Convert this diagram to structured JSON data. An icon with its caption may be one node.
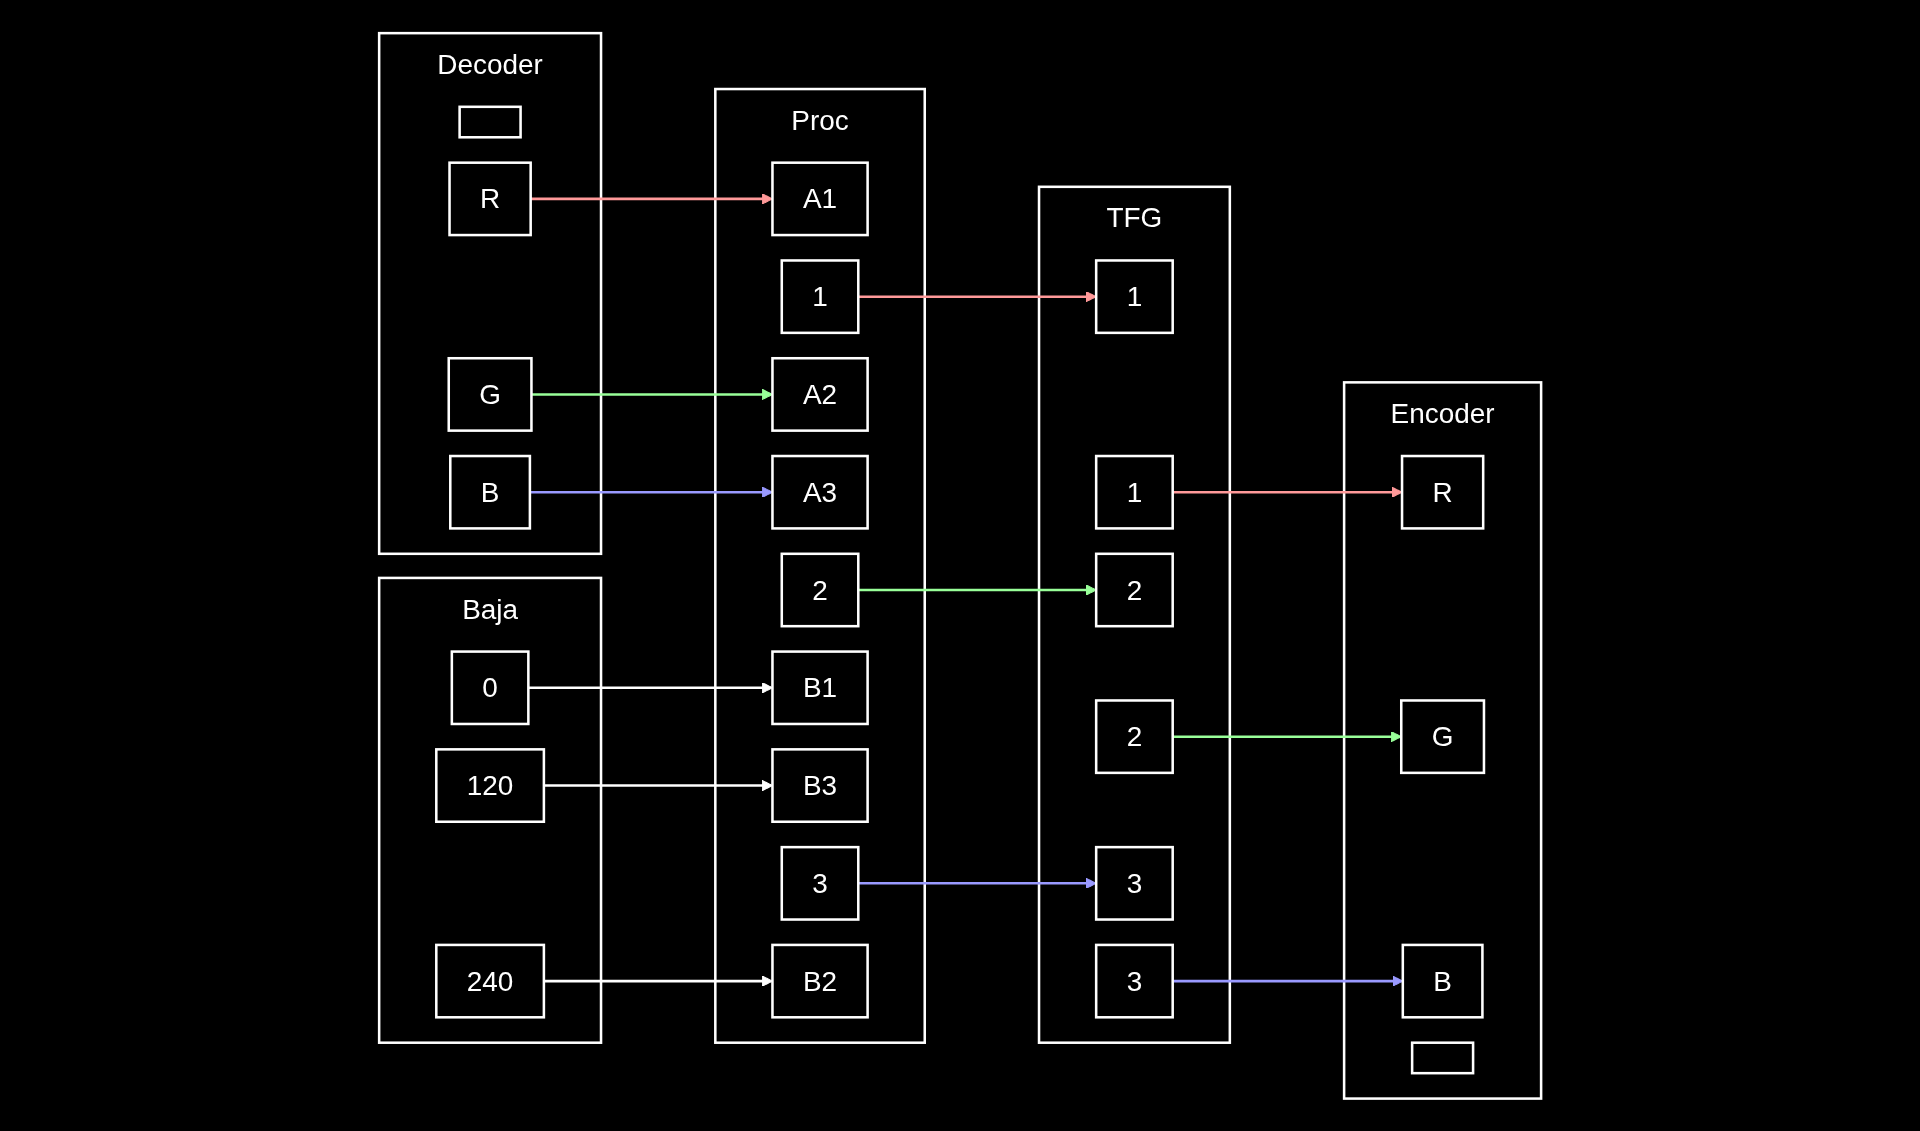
{
  "diagram": {
    "nodes": [
      {
        "text": [
          "Decoder"
        ]
      },
      {
        "text": [],
        "shape": "box",
        "in": 0
      },
      {
        "text": [
          "R"
        ],
        "in": 0
      },
      {
        "text": [
          "G"
        ],
        "in": 0
      },
      {
        "text": [
          "B"
        ],
        "in": 0
      },
      {
        "text": [
          "Baja"
        ]
      },
      {
        "text": [
          "0"
        ],
        "in": 5
      },
      {
        "text": [
          "120"
        ],
        "in": 5
      },
      {
        "text": [
          "240"
        ],
        "in": 5
      },
      {
        "text": [
          "Proc"
        ]
      },
      {
        "text": [
          "A1"
        ],
        "in": 9
      },
      {
        "text": [
          "1"
        ],
        "in": 9
      },
      {
        "text": [
          "B1"
        ],
        "in": 9
      },
      {
        "text": [
          "A2"
        ],
        "in": 9
      },
      {
        "text": [
          "2"
        ],
        "in": 9
      },
      {
        "text": [
          "B2"
        ],
        "in": 9
      },
      {
        "text": [
          "A3"
        ],
        "in": 9
      },
      {
        "text": [
          "3"
        ],
        "in": 9
      },
      {
        "text": [
          "B3"
        ],
        "in": 9
      },
      {
        "text": [
          "TFG"
        ]
      },
      {
        "text": [
          "1"
        ],
        "in": 19
      },
      {
        "text": [
          "1"
        ],
        "in": 19
      },
      {
        "text": [
          "2"
        ],
        "in": 19
      },
      {
        "text": [
          "2"
        ],
        "in": 19
      },
      {
        "text": [
          "3"
        ],
        "in": 19
      },
      {
        "text": [
          "3"
        ],
        "in": 19
      },
      {
        "text": [
          "Encoder"
        ]
      },
      {
        "text": [
          "R"
        ],
        "in": 26
      },
      {
        "text": [
          "G"
        ],
        "in": 26
      },
      {
        "text": [
          "B"
        ],
        "in": 26
      },
      {
        "text": [],
        "shape": "box",
        "in": 26
      }
    ],
    "edges": [
      {
        "from": 2,
        "to": 10,
        "arrow": "to",
        "color": "#ff9999"
      },
      {
        "from": 3,
        "to": 13,
        "arrow": "to",
        "color": "#99ff99"
      },
      {
        "from": 4,
        "to": 16,
        "arrow": "to",
        "color": "#9999ff"
      },
      {
        "from": 6,
        "to": 12,
        "arrow": "to",
        "color": "#ffffff"
      },
      {
        "from": 7,
        "to": 18,
        "arrow": "to",
        "color": "#ffffff"
      },
      {
        "from": 8,
        "to": 15,
        "arrow": "to",
        "color": "#ffffff"
      },
      {
        "from": 11,
        "to": 20,
        "arrow": "to",
        "color": "#ff9999"
      },
      {
        "from": 14,
        "to": 22,
        "arrow": "to",
        "color": "#99ff99"
      },
      {
        "from": 17,
        "to": 24,
        "arrow": "to",
        "color": "#9999ff"
      },
      {
        "from": 21,
        "to": 27,
        "arrow": "to",
        "color": "#ff9999"
      },
      {
        "from": 23,
        "to": 28,
        "arrow": "to",
        "color": "#99ff99"
      },
      {
        "from": 25,
        "to": 29,
        "arrow": "to",
        "color": "#9999ff"
      }
    ]
  }
}
